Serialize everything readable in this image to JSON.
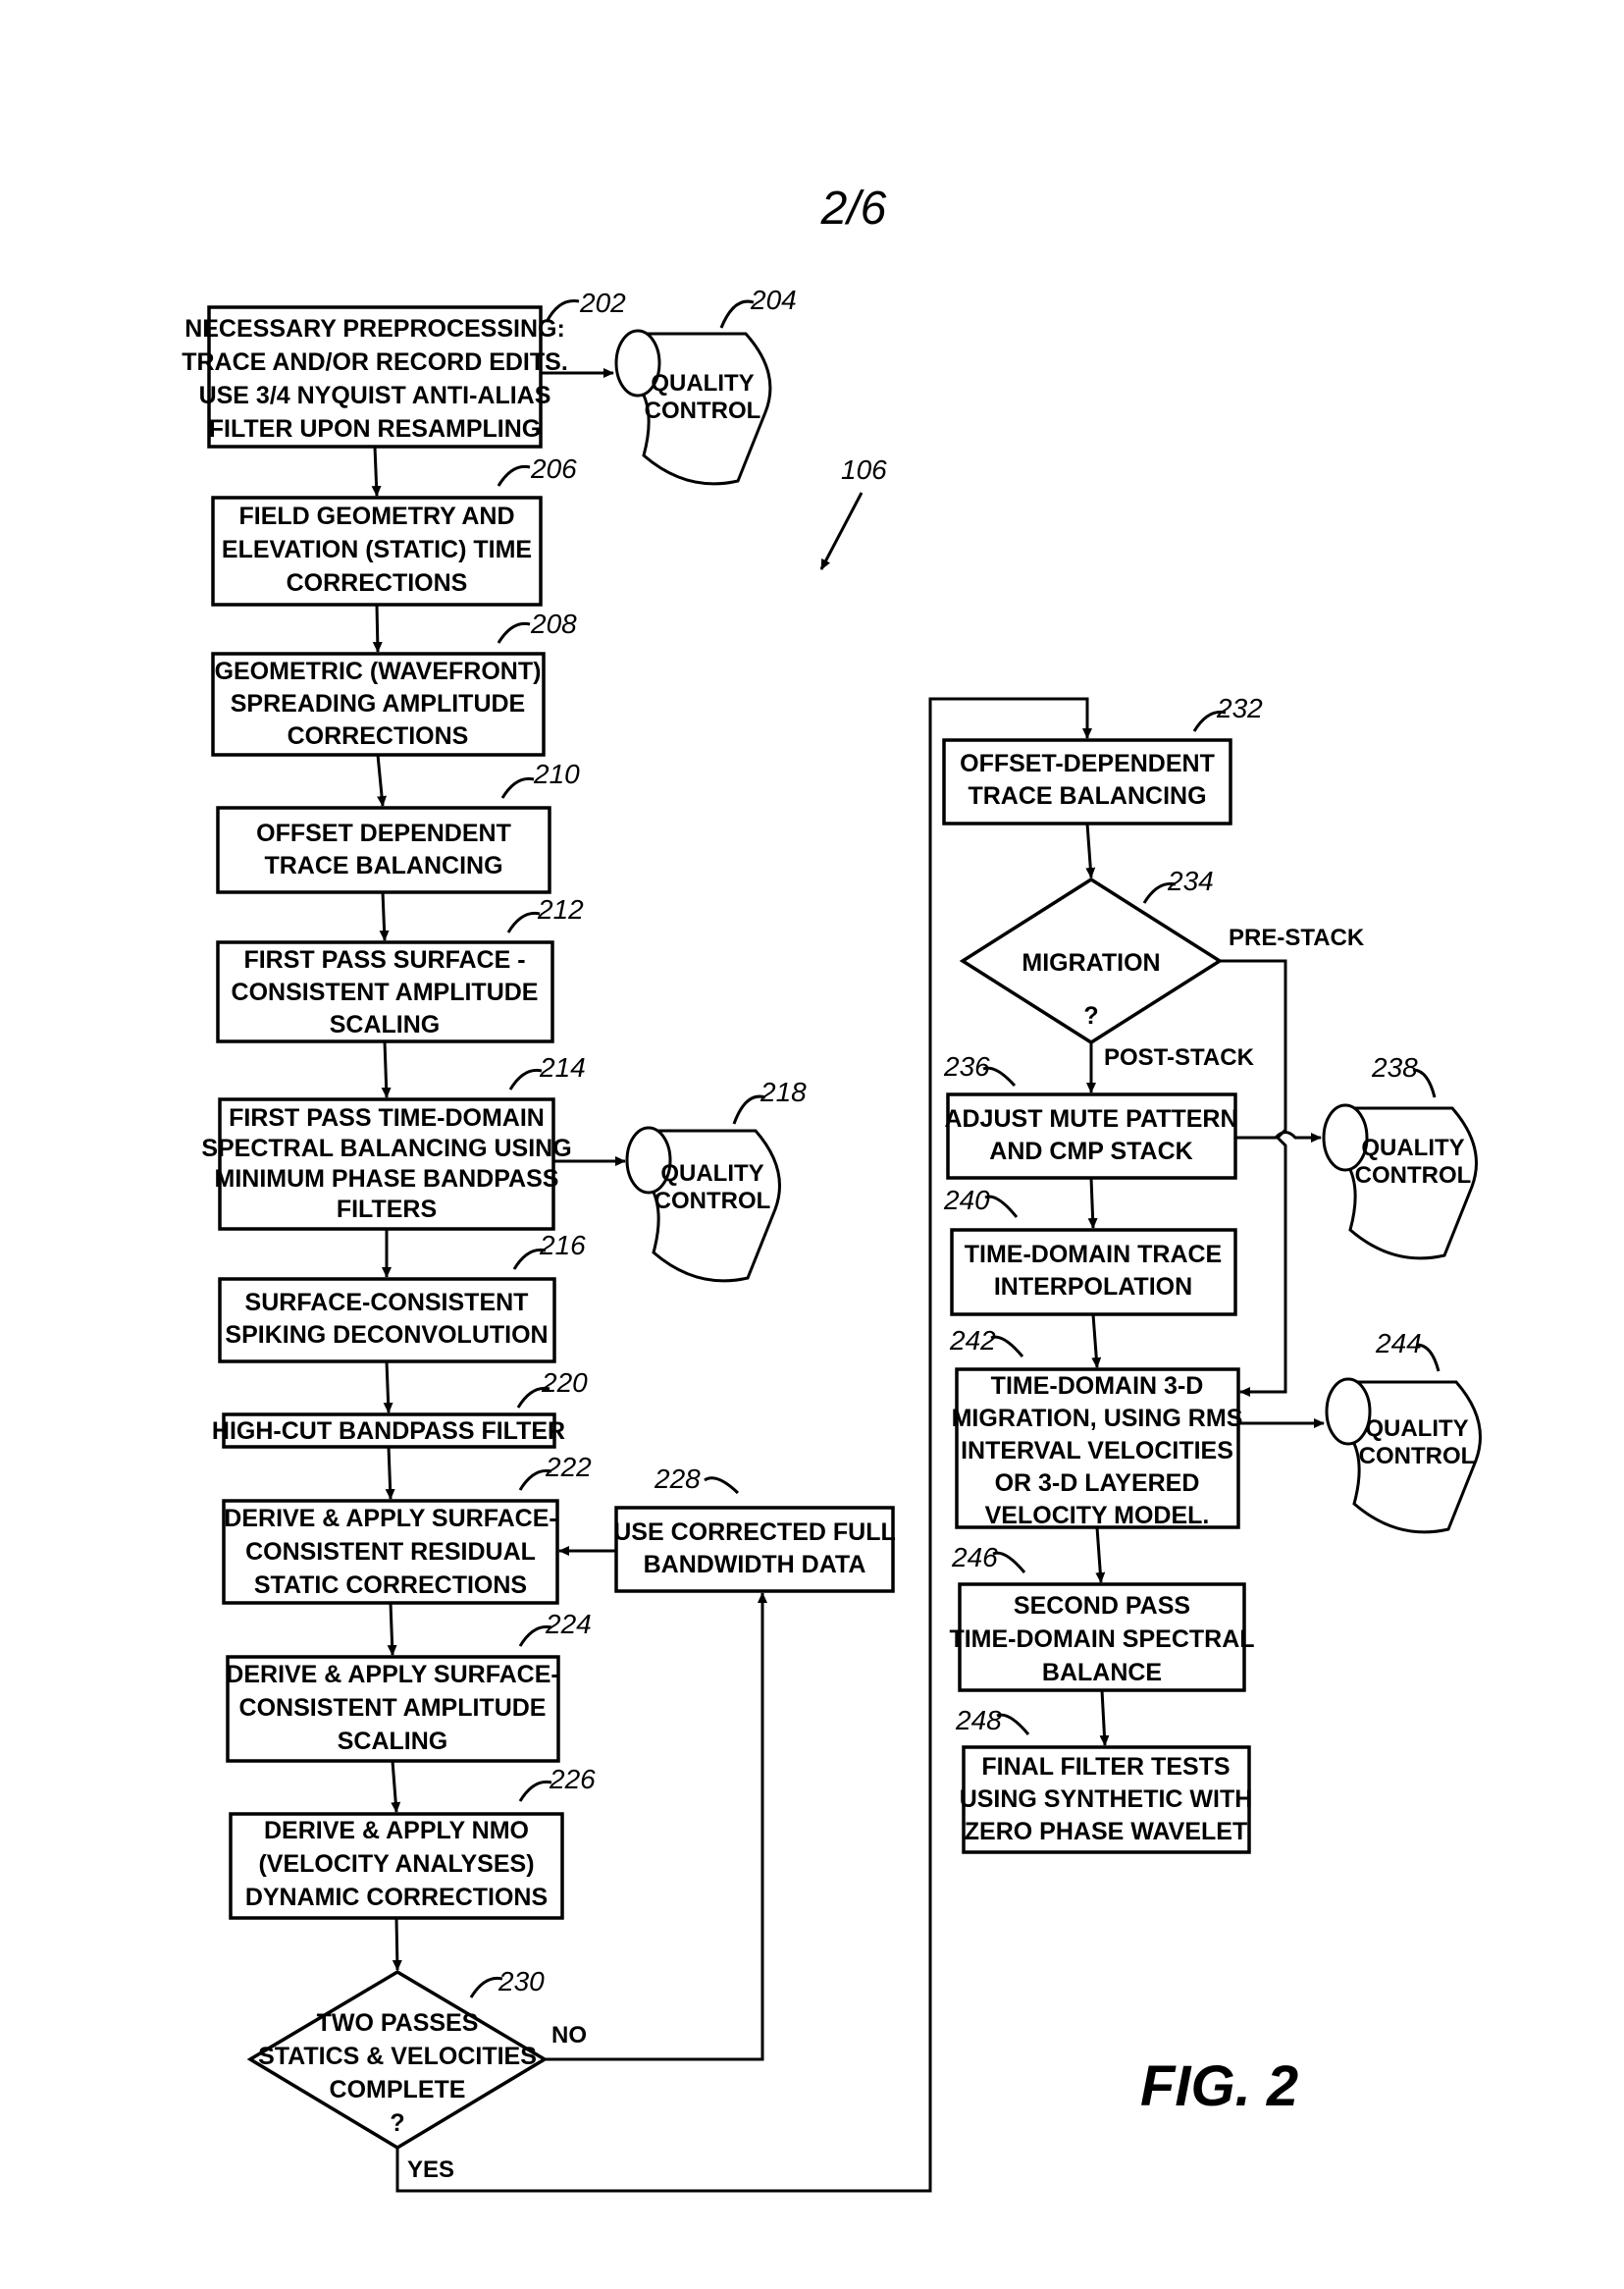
{
  "page_number": "2/6",
  "figure_label": "FIG. 2",
  "figure_ref": "106",
  "boxes": {
    "b202": {
      "ref": "202",
      "lines": [
        "NECESSARY PREPROCESSING:",
        "TRACE AND/OR RECORD EDITS.",
        "USE 3/4 NYQUIST ANTI-ALIAS",
        "FILTER UPON RESAMPLING"
      ]
    },
    "b206": {
      "ref": "206",
      "lines": [
        "FIELD GEOMETRY AND",
        "ELEVATION (STATIC) TIME",
        "CORRECTIONS"
      ]
    },
    "b208": {
      "ref": "208",
      "lines": [
        "GEOMETRIC (WAVEFRONT)",
        "SPREADING AMPLITUDE",
        "CORRECTIONS"
      ]
    },
    "b210": {
      "ref": "210",
      "lines": [
        "OFFSET DEPENDENT",
        "TRACE BALANCING"
      ]
    },
    "b212": {
      "ref": "212",
      "lines": [
        "FIRST PASS SURFACE -",
        "CONSISTENT AMPLITUDE",
        "SCALING"
      ]
    },
    "b214": {
      "ref": "214",
      "lines": [
        "FIRST PASS TIME-DOMAIN",
        "SPECTRAL BALANCING USING",
        "MINIMUM PHASE BANDPASS",
        "FILTERS"
      ]
    },
    "b216": {
      "ref": "216",
      "lines": [
        "SURFACE-CONSISTENT",
        "SPIKING DECONVOLUTION"
      ]
    },
    "b220": {
      "ref": "220",
      "lines": [
        "HIGH-CUT BANDPASS FILTER"
      ]
    },
    "b222": {
      "ref": "222",
      "lines": [
        "DERIVE & APPLY SURFACE-",
        "CONSISTENT RESIDUAL",
        "STATIC CORRECTIONS"
      ]
    },
    "b224": {
      "ref": "224",
      "lines": [
        "DERIVE & APPLY SURFACE-",
        "CONSISTENT AMPLITUDE",
        "SCALING"
      ]
    },
    "b226": {
      "ref": "226",
      "lines": [
        "DERIVE & APPLY NMO",
        "(VELOCITY ANALYSES)",
        "DYNAMIC CORRECTIONS"
      ]
    },
    "b228": {
      "ref": "228",
      "lines": [
        "USE CORRECTED FULL",
        "BANDWIDTH DATA"
      ]
    },
    "b232": {
      "ref": "232",
      "lines": [
        "OFFSET-DEPENDENT",
        "TRACE BALANCING"
      ]
    },
    "b236": {
      "ref": "236",
      "lines": [
        "ADJUST MUTE PATTERN",
        "AND CMP STACK"
      ]
    },
    "b240": {
      "ref": "240",
      "lines": [
        "TIME-DOMAIN TRACE",
        "INTERPOLATION"
      ]
    },
    "b242": {
      "ref": "242",
      "lines": [
        "TIME-DOMAIN 3-D",
        "MIGRATION, USING RMS",
        "INTERVAL VELOCITIES",
        "OR 3-D LAYERED",
        "VELOCITY MODEL."
      ]
    },
    "b246": {
      "ref": "246",
      "lines": [
        "SECOND PASS",
        "TIME-DOMAIN SPECTRAL",
        "BALANCE"
      ]
    },
    "b248": {
      "ref": "248",
      "lines": [
        "FINAL FILTER TESTS",
        "USING SYNTHETIC WITH",
        "ZERO PHASE WAVELET"
      ]
    }
  },
  "decisions": {
    "d230": {
      "ref": "230",
      "lines": [
        "TWO PASSES",
        "STATICS & VELOCITIES",
        "COMPLETE",
        "?"
      ],
      "no_label": "NO",
      "yes_label": "YES"
    },
    "d234": {
      "ref": "234",
      "lines": [
        "MIGRATION",
        "?"
      ],
      "pre_label": "PRE-STACK",
      "post_label": "POST-STACK"
    }
  },
  "quality_controls": {
    "q204": {
      "ref": "204",
      "lines": [
        "QUALITY",
        "CONTROL"
      ]
    },
    "q218": {
      "ref": "218",
      "lines": [
        "QUALITY",
        "CONTROL"
      ]
    },
    "q238": {
      "ref": "238",
      "lines": [
        "QUALITY",
        "CONTROL"
      ]
    },
    "q244": {
      "ref": "244",
      "lines": [
        "QUALITY",
        "CONTROL"
      ]
    }
  }
}
